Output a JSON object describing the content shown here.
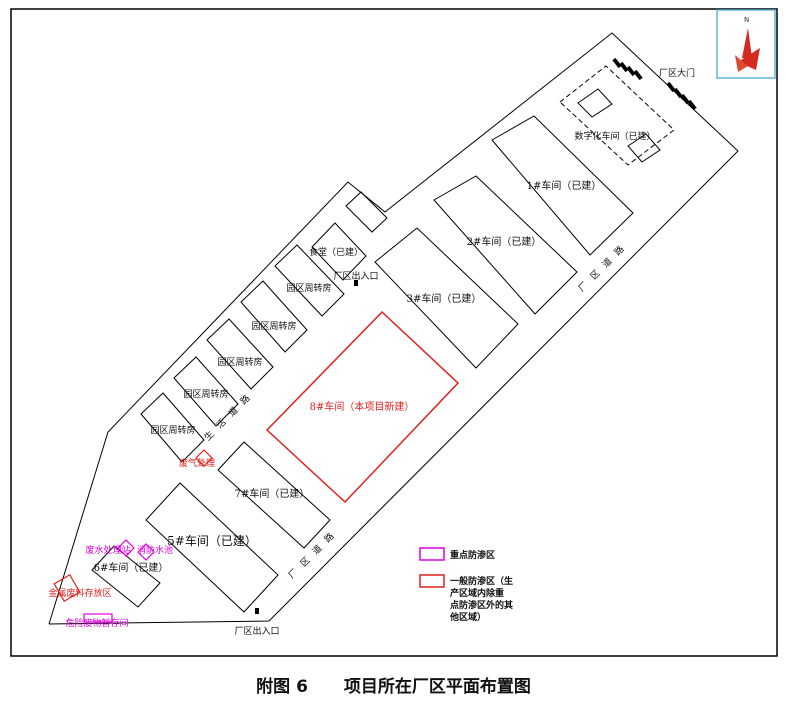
{
  "diagram": {
    "buildings": {
      "digital_workshop": "数字化车间（已建）",
      "ws1": "1#车间（已建）",
      "ws2": "2#车间（已建）",
      "ws3": "3#车间（已建）",
      "ws8": "8#车间（本项目新建）",
      "ws7": "7#车间（已建）",
      "ws5": "5#车间（已建）",
      "ws6": "6#车间（已建）",
      "canteen": "食堂（已建）",
      "turnover_1": "园区周转房",
      "turnover_2": "园区周转房",
      "turnover_3": "园区周转房",
      "turnover_4": "园区周转房",
      "turnover_5": "园区周转房"
    },
    "gates": {
      "main_gate": "厂区大门",
      "gate_upper": "厂区出入口",
      "gate_lower": "厂区出入口"
    },
    "roads": {
      "road_right": "厂区道路",
      "road_middle": "生活道路",
      "road_lower": "厂区道路"
    },
    "zones": {
      "waste_gas": "废气处理",
      "waste_water_station": "废水处理站",
      "fire_pool": "消防水池",
      "metal_scrap": "金属废料存放区",
      "hazwaste_store": "危险废物暂存间"
    },
    "legend": {
      "key_zone": "重点防渗区",
      "general_zone": "一般防渗区（生产区域内除重点防渗区外的其他区域）"
    },
    "colors": {
      "key_zone": "#e000e0",
      "general_zone": "#e0201c"
    },
    "north_icon": "north-arrow-logo"
  },
  "caption": {
    "figure_no": "附图 6",
    "title": "项目所在厂区平面布置图"
  }
}
